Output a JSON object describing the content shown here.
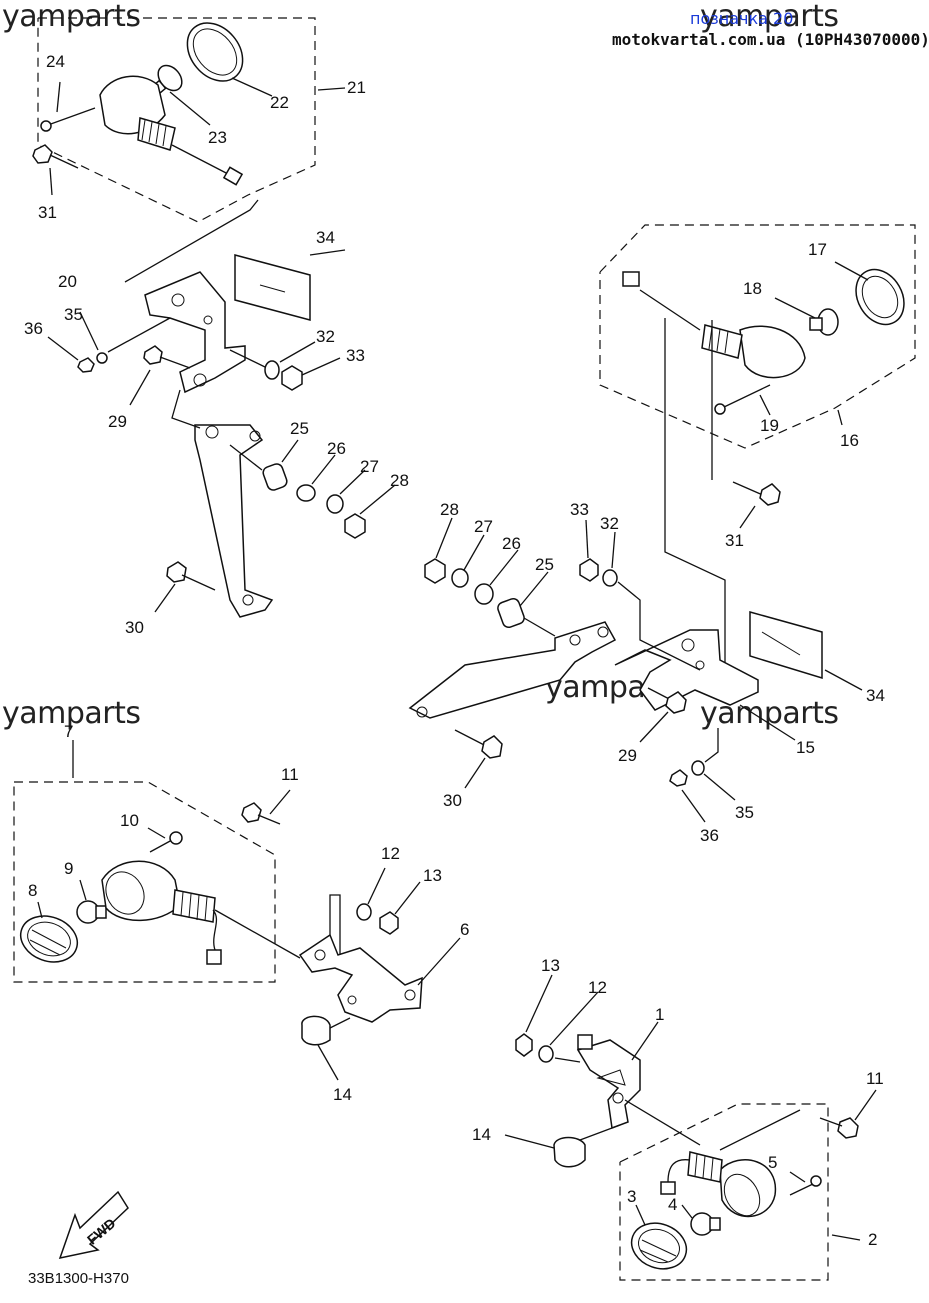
{
  "header": {
    "watermark": "yamparts",
    "marking": "позначка 20",
    "site": "motokvartal.com.ua (10PH43070000)"
  },
  "footer": {
    "code": "33B1300-H370",
    "fwd": "FWD"
  },
  "callouts": [
    {
      "id": "c24",
      "text": "24"
    },
    {
      "id": "c22",
      "text": "22"
    },
    {
      "id": "c21",
      "text": "21"
    },
    {
      "id": "c23",
      "text": "23"
    },
    {
      "id": "c31a",
      "text": "31"
    },
    {
      "id": "c34a",
      "text": "34"
    },
    {
      "id": "c20",
      "text": "20"
    },
    {
      "id": "c35a",
      "text": "35"
    },
    {
      "id": "c36a",
      "text": "36"
    },
    {
      "id": "c32a",
      "text": "32"
    },
    {
      "id": "c33a",
      "text": "33"
    },
    {
      "id": "c29a",
      "text": "29"
    },
    {
      "id": "c25a",
      "text": "25"
    },
    {
      "id": "c26a",
      "text": "26"
    },
    {
      "id": "c27a",
      "text": "27"
    },
    {
      "id": "c28a",
      "text": "28"
    },
    {
      "id": "c30a",
      "text": "30"
    },
    {
      "id": "c17",
      "text": "17"
    },
    {
      "id": "c18",
      "text": "18"
    },
    {
      "id": "c19",
      "text": "19"
    },
    {
      "id": "c16",
      "text": "16"
    },
    {
      "id": "c31b",
      "text": "31"
    },
    {
      "id": "c28b",
      "text": "28"
    },
    {
      "id": "c27b",
      "text": "27"
    },
    {
      "id": "c26b",
      "text": "26"
    },
    {
      "id": "c25b",
      "text": "25"
    },
    {
      "id": "c33b",
      "text": "33"
    },
    {
      "id": "c32b",
      "text": "32"
    },
    {
      "id": "c34b",
      "text": "34"
    },
    {
      "id": "c29b",
      "text": "29"
    },
    {
      "id": "c15",
      "text": "15"
    },
    {
      "id": "c30b",
      "text": "30"
    },
    {
      "id": "c35b",
      "text": "35"
    },
    {
      "id": "c36b",
      "text": "36"
    },
    {
      "id": "c7",
      "text": "7"
    },
    {
      "id": "c11a",
      "text": "11"
    },
    {
      "id": "c10",
      "text": "10"
    },
    {
      "id": "c9",
      "text": "9"
    },
    {
      "id": "c8",
      "text": "8"
    },
    {
      "id": "c12a",
      "text": "12"
    },
    {
      "id": "c13a",
      "text": "13"
    },
    {
      "id": "c6",
      "text": "6"
    },
    {
      "id": "c14a",
      "text": "14"
    },
    {
      "id": "c13b",
      "text": "13"
    },
    {
      "id": "c12b",
      "text": "12"
    },
    {
      "id": "c1",
      "text": "1"
    },
    {
      "id": "c11b",
      "text": "11"
    },
    {
      "id": "c14b",
      "text": "14"
    },
    {
      "id": "c5",
      "text": "5"
    },
    {
      "id": "c3",
      "text": "3"
    },
    {
      "id": "c4",
      "text": "4"
    },
    {
      "id": "c2",
      "text": "2"
    }
  ]
}
